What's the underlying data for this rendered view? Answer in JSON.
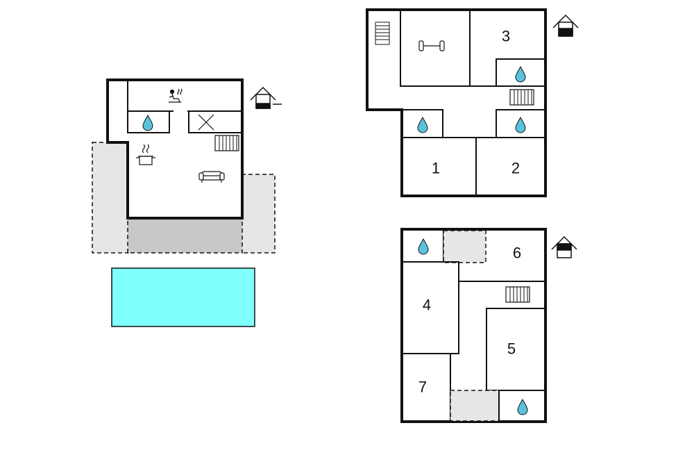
{
  "floor_plans": [
    {
      "level": "ground",
      "rooms": [
        {
          "type": "sauna",
          "icon": "sauna-icon"
        },
        {
          "type": "bathroom",
          "icon": "water-drop-icon"
        },
        {
          "type": "utility",
          "icon": "cross-icon"
        },
        {
          "type": "kitchen",
          "icon": "cooking-pot-icon"
        },
        {
          "type": "living",
          "icon": "sofa-icon"
        }
      ],
      "features": [
        "radiator-icon",
        "terrace",
        "covered-terrace",
        "pool"
      ],
      "level_indicator_icon": "house-level-ground-icon"
    },
    {
      "level": "first",
      "rooms": [
        {
          "label": "1",
          "type": "bedroom"
        },
        {
          "label": "2",
          "type": "bedroom"
        },
        {
          "label": "3",
          "type": "bedroom"
        },
        {
          "type": "fitness",
          "icon": "dumbbell-icon"
        },
        {
          "type": "bathroom",
          "icon": "water-drop-icon",
          "count": 3
        }
      ],
      "features": [
        "stairs-icon",
        "radiator-icon"
      ],
      "level_indicator_icon": "house-level-middle-icon"
    },
    {
      "level": "second",
      "rooms": [
        {
          "label": "4",
          "type": "bedroom"
        },
        {
          "label": "5",
          "type": "bedroom"
        },
        {
          "label": "6",
          "type": "bedroom"
        },
        {
          "label": "7",
          "type": "bedroom"
        },
        {
          "type": "bathroom",
          "icon": "water-drop-icon",
          "count": 2
        }
      ],
      "features": [
        "radiator-icon",
        "balcony"
      ],
      "level_indicator_icon": "house-level-top-icon"
    }
  ],
  "colors": {
    "wall": "#111111",
    "terrace": "#e6e6e6",
    "covered_terrace": "#c8c8c8",
    "pool": "#80ffff",
    "water_drop": "#59c3dc",
    "balcony": "#e6e6e6"
  }
}
